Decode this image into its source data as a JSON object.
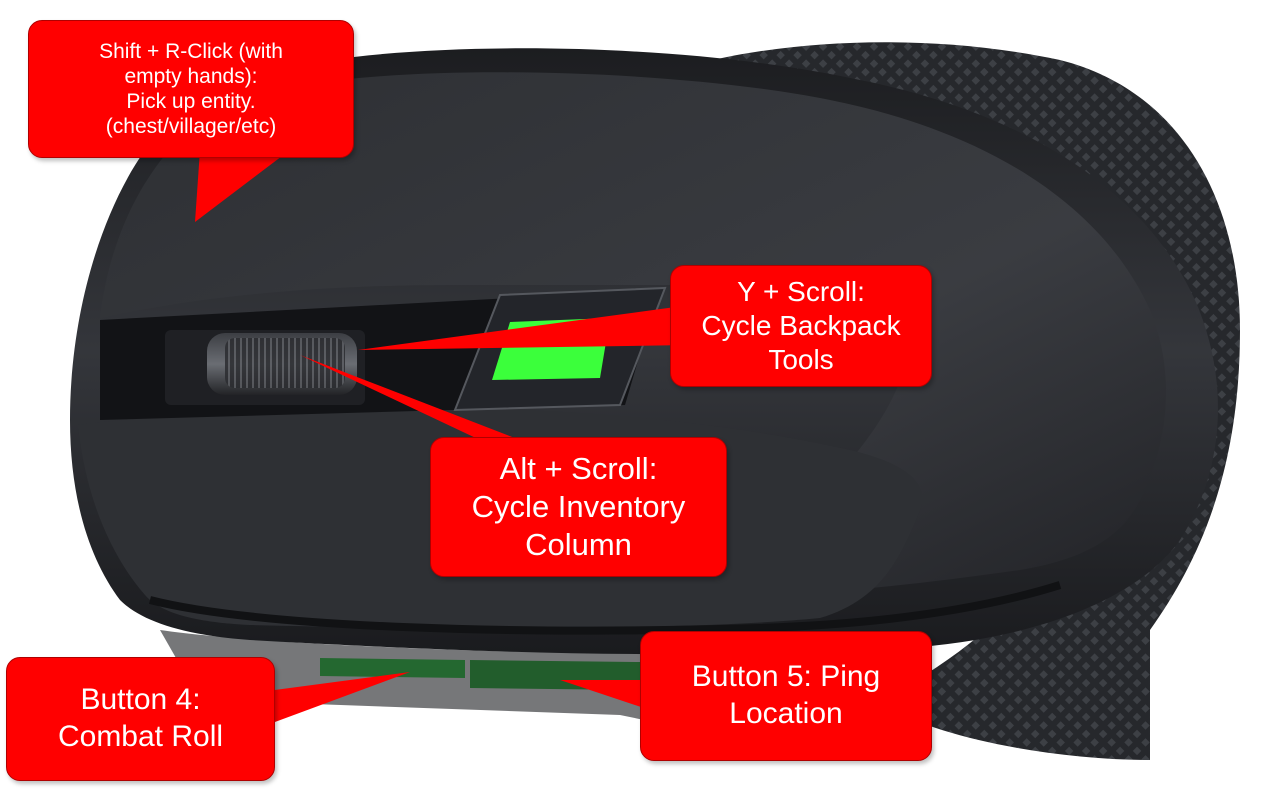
{
  "colors": {
    "callout": "#ff0000",
    "callout_text": "#ffffff",
    "mouse_body": "#2a2c30",
    "accent_green": "#3bff3b",
    "background": "#ffffff"
  },
  "callouts": {
    "shift_rclick": {
      "lines": [
        "Shift + R-Click (with",
        "empty hands):",
        "Pick up entity.",
        "(chest/villager/etc)"
      ],
      "target": "left-mouse-button"
    },
    "y_scroll": {
      "lines": [
        "Y + Scroll:",
        "Cycle Backpack",
        "Tools"
      ],
      "target": "scroll-wheel"
    },
    "alt_scroll": {
      "lines": [
        "Alt + Scroll:",
        "Cycle Inventory",
        "Column"
      ],
      "target": "scroll-wheel"
    },
    "button4": {
      "lines": [
        "Button 4:",
        "Combat Roll"
      ],
      "target": "side-button-4"
    },
    "button5": {
      "lines": [
        "Button 5: Ping",
        "Location"
      ],
      "target": "side-button-5"
    }
  }
}
